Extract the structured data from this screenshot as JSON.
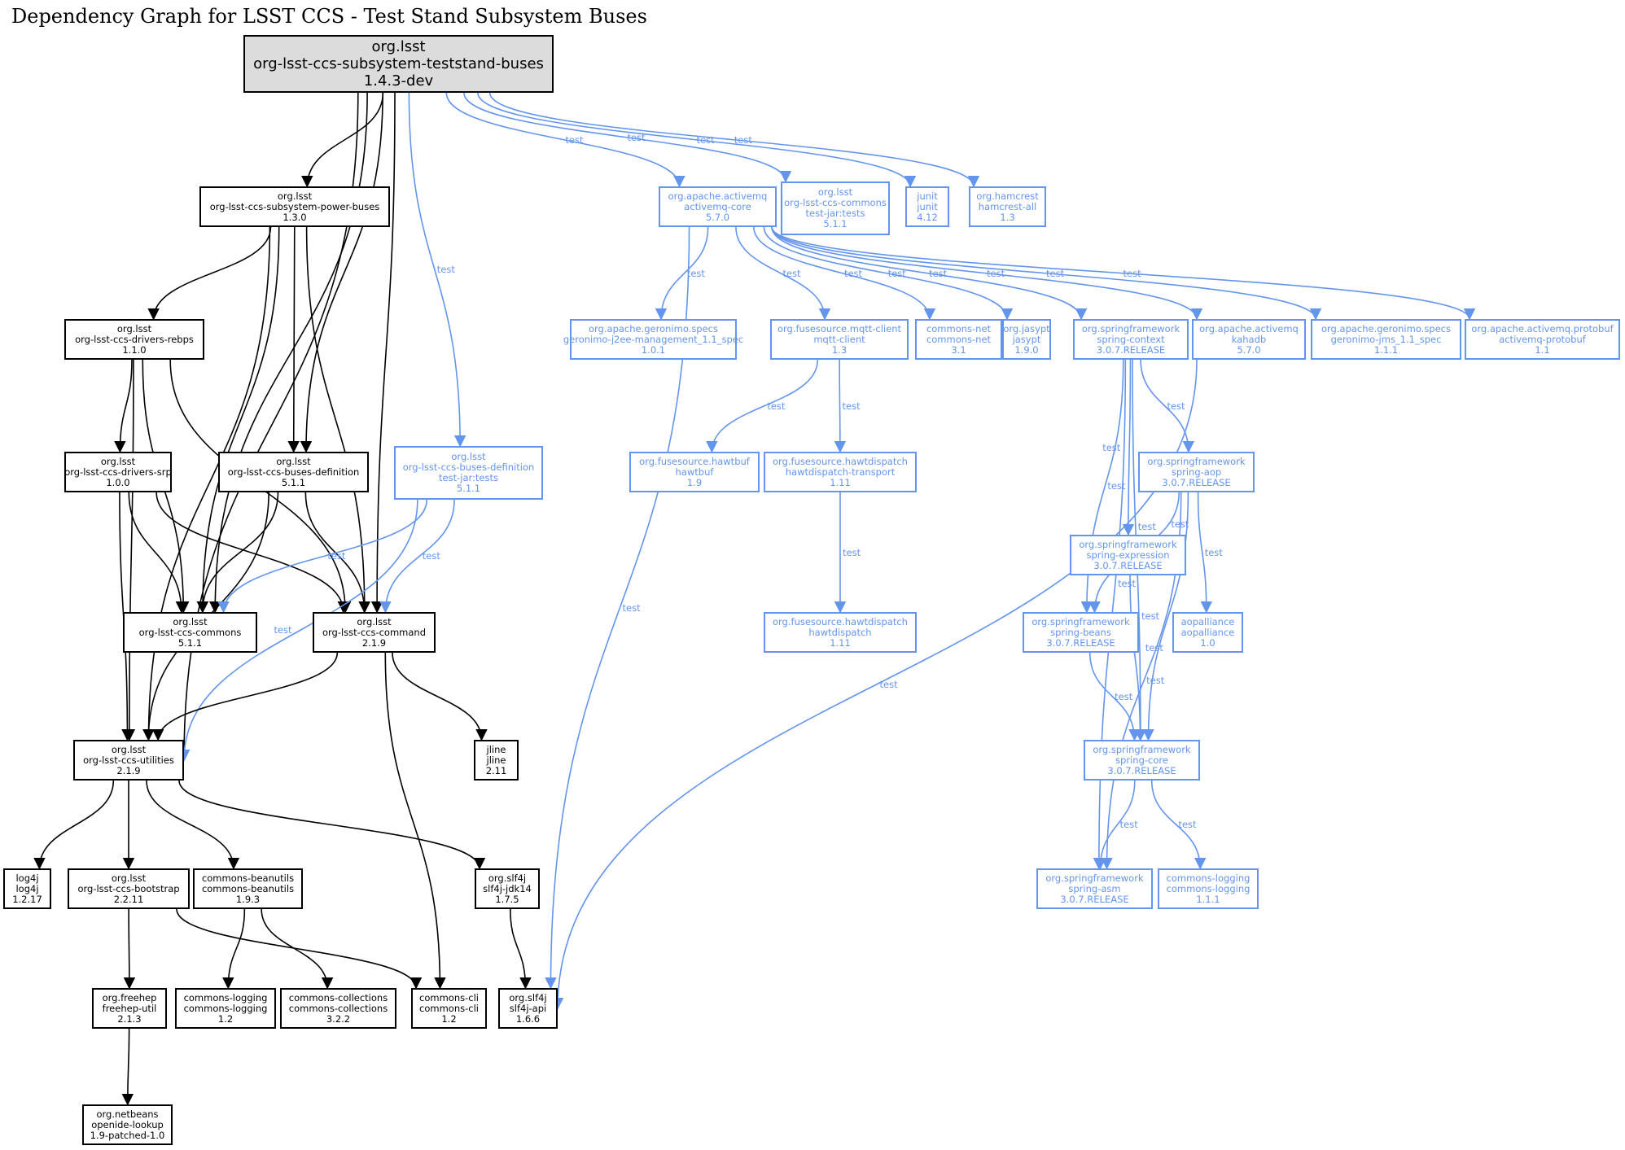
{
  "title": "Dependency Graph for LSST CCS - Test Stand Subsystem Buses",
  "colors": {
    "compile": "#000000",
    "test": "#6495ed",
    "root_fill": "#dcdcdc"
  },
  "nodes": {
    "root": {
      "group": "org.lsst",
      "artifact": "org-lsst-ccs-subsystem-teststand-buses",
      "version": "1.4.3-dev",
      "scope": "root"
    },
    "power": {
      "group": "org.lsst",
      "artifact": "org-lsst-ccs-subsystem-power-buses",
      "version": "1.3.0",
      "scope": "compile"
    },
    "rebps": {
      "group": "org.lsst",
      "artifact": "org-lsst-ccs-drivers-rebps",
      "version": "1.1.0",
      "scope": "compile"
    },
    "srp": {
      "group": "org.lsst",
      "artifact": "org-lsst-ccs-drivers-srp",
      "version": "1.0.0",
      "scope": "compile"
    },
    "busdef": {
      "group": "org.lsst",
      "artifact": "org-lsst-ccs-buses-definition",
      "version": "5.1.1",
      "scope": "compile"
    },
    "busdeftest": {
      "group": "org.lsst",
      "artifact": "org-lsst-ccs-buses-definition",
      "classifier": "test-jar:tests",
      "version": "5.1.1",
      "scope": "test"
    },
    "commons": {
      "group": "org.lsst",
      "artifact": "org-lsst-ccs-commons",
      "version": "5.1.1",
      "scope": "compile"
    },
    "command": {
      "group": "org.lsst",
      "artifact": "org-lsst-ccs-command",
      "version": "2.1.9",
      "scope": "compile"
    },
    "utilities": {
      "group": "org.lsst",
      "artifact": "org-lsst-ccs-utilities",
      "version": "2.1.9",
      "scope": "compile"
    },
    "jline": {
      "group": "jline",
      "artifact": "jline",
      "version": "2.11",
      "scope": "compile"
    },
    "log4j": {
      "group": "log4j",
      "artifact": "log4j",
      "version": "1.2.17",
      "scope": "compile"
    },
    "bootstrap": {
      "group": "org.lsst",
      "artifact": "org-lsst-ccs-bootstrap",
      "version": "2.2.11",
      "scope": "compile"
    },
    "beanutils": {
      "group": "commons-beanutils",
      "artifact": "commons-beanutils",
      "version": "1.9.3",
      "scope": "compile"
    },
    "jdk14": {
      "group": "org.slf4j",
      "artifact": "slf4j-jdk14",
      "version": "1.7.5",
      "scope": "compile"
    },
    "freehep": {
      "group": "org.freehep",
      "artifact": "freehep-util",
      "version": "2.1.3",
      "scope": "compile"
    },
    "clog12": {
      "group": "commons-logging",
      "artifact": "commons-logging",
      "version": "1.2",
      "scope": "compile"
    },
    "ccoll": {
      "group": "commons-collections",
      "artifact": "commons-collections",
      "version": "3.2.2",
      "scope": "compile"
    },
    "ccli": {
      "group": "commons-cli",
      "artifact": "commons-cli",
      "version": "1.2",
      "scope": "compile"
    },
    "slf4japi": {
      "group": "org.slf4j",
      "artifact": "slf4j-api",
      "version": "1.6.6",
      "scope": "compile"
    },
    "openide": {
      "group": "org.netbeans",
      "artifact": "openide-lookup",
      "version": "1.9-patched-1.0",
      "scope": "compile"
    },
    "amqcore": {
      "group": "org.apache.activemq",
      "artifact": "activemq-core",
      "version": "5.7.0",
      "scope": "test"
    },
    "commonstest": {
      "group": "org.lsst",
      "artifact": "org-lsst-ccs-commons",
      "classifier": "test-jar:tests",
      "version": "5.1.1",
      "scope": "test"
    },
    "junit": {
      "group": "junit",
      "artifact": "junit",
      "version": "4.12",
      "scope": "test"
    },
    "hamcrest": {
      "group": "org.hamcrest",
      "artifact": "hamcrest-all",
      "version": "1.3",
      "scope": "test"
    },
    "j2ee": {
      "group": "org.apache.geronimo.specs",
      "artifact": "geronimo-j2ee-management_1.1_spec",
      "version": "1.0.1",
      "scope": "test"
    },
    "mqtt": {
      "group": "org.fusesource.mqtt-client",
      "artifact": "mqtt-client",
      "version": "1.3",
      "scope": "test"
    },
    "cnet": {
      "group": "commons-net",
      "artifact": "commons-net",
      "version": "3.1",
      "scope": "test"
    },
    "jasypt": {
      "group": "org.jasypt",
      "artifact": "jasypt",
      "version": "1.9.0",
      "scope": "test"
    },
    "spctx": {
      "group": "org.springframework",
      "artifact": "spring-context",
      "version": "3.0.7.RELEASE",
      "scope": "test"
    },
    "kahadb": {
      "group": "org.apache.activemq",
      "artifact": "kahadb",
      "version": "5.7.0",
      "scope": "test"
    },
    "jms": {
      "group": "org.apache.geronimo.specs",
      "artifact": "geronimo-jms_1.1_spec",
      "version": "1.1.1",
      "scope": "test"
    },
    "protobuf": {
      "group": "org.apache.activemq.protobuf",
      "artifact": "activemq-protobuf",
      "version": "1.1",
      "scope": "test"
    },
    "hawtbuf": {
      "group": "org.fusesource.hawtbuf",
      "artifact": "hawtbuf",
      "version": "1.9",
      "scope": "test"
    },
    "hdtrans": {
      "group": "org.fusesource.hawtdispatch",
      "artifact": "hawtdispatch-transport",
      "version": "1.11",
      "scope": "test"
    },
    "hd": {
      "group": "org.fusesource.hawtdispatch",
      "artifact": "hawtdispatch",
      "version": "1.11",
      "scope": "test"
    },
    "spaop": {
      "group": "org.springframework",
      "artifact": "spring-aop",
      "version": "3.0.7.RELEASE",
      "scope": "test"
    },
    "spexpr": {
      "group": "org.springframework",
      "artifact": "spring-expression",
      "version": "3.0.7.RELEASE",
      "scope": "test"
    },
    "spbeans": {
      "group": "org.springframework",
      "artifact": "spring-beans",
      "version": "3.0.7.RELEASE",
      "scope": "test"
    },
    "aop": {
      "group": "aopalliance",
      "artifact": "aopalliance",
      "version": "1.0",
      "scope": "test"
    },
    "spcore": {
      "group": "org.springframework",
      "artifact": "spring-core",
      "version": "3.0.7.RELEASE",
      "scope": "test"
    },
    "spasm": {
      "group": "org.springframework",
      "artifact": "spring-asm",
      "version": "3.0.7.RELEASE",
      "scope": "test"
    },
    "clog111": {
      "group": "commons-logging",
      "artifact": "commons-logging",
      "version": "1.1.1",
      "scope": "test"
    }
  },
  "edges": [
    {
      "from": "root",
      "to": "power"
    },
    {
      "from": "root",
      "to": "utilities"
    },
    {
      "from": "root",
      "to": "commons"
    },
    {
      "from": "root",
      "to": "busdef"
    },
    {
      "from": "root",
      "to": "command"
    },
    {
      "from": "root",
      "to": "busdeftest",
      "label": "test"
    },
    {
      "from": "root",
      "to": "amqcore",
      "label": "test"
    },
    {
      "from": "root",
      "to": "commonstest",
      "label": "test"
    },
    {
      "from": "root",
      "to": "junit",
      "label": "test"
    },
    {
      "from": "root",
      "to": "hamcrest",
      "label": "test"
    },
    {
      "from": "power",
      "to": "rebps"
    },
    {
      "from": "power",
      "to": "busdef"
    },
    {
      "from": "power",
      "to": "commons"
    },
    {
      "from": "power",
      "to": "command"
    },
    {
      "from": "power",
      "to": "utilities"
    },
    {
      "from": "rebps",
      "to": "srp"
    },
    {
      "from": "rebps",
      "to": "commons"
    },
    {
      "from": "rebps",
      "to": "command"
    },
    {
      "from": "rebps",
      "to": "utilities"
    },
    {
      "from": "srp",
      "to": "commons"
    },
    {
      "from": "srp",
      "to": "command"
    },
    {
      "from": "srp",
      "to": "utilities"
    },
    {
      "from": "busdef",
      "to": "commons"
    },
    {
      "from": "busdef",
      "to": "command"
    },
    {
      "from": "busdef",
      "to": "utilities"
    },
    {
      "from": "busdeftest",
      "to": "commons",
      "label": "test"
    },
    {
      "from": "busdeftest",
      "to": "command",
      "label": "test"
    },
    {
      "from": "busdeftest",
      "to": "utilities",
      "label": "test"
    },
    {
      "from": "command",
      "to": "utilities"
    },
    {
      "from": "command",
      "to": "jline"
    },
    {
      "from": "command",
      "to": "ccli"
    },
    {
      "from": "utilities",
      "to": "log4j"
    },
    {
      "from": "utilities",
      "to": "bootstrap"
    },
    {
      "from": "utilities",
      "to": "beanutils"
    },
    {
      "from": "utilities",
      "to": "jdk14"
    },
    {
      "from": "bootstrap",
      "to": "freehep"
    },
    {
      "from": "bootstrap",
      "to": "ccli"
    },
    {
      "from": "beanutils",
      "to": "clog12"
    },
    {
      "from": "beanutils",
      "to": "ccoll"
    },
    {
      "from": "jdk14",
      "to": "slf4japi"
    },
    {
      "from": "freehep",
      "to": "openide"
    },
    {
      "from": "amqcore",
      "to": "slf4japi",
      "label": "test"
    },
    {
      "from": "amqcore",
      "to": "j2ee",
      "label": "test"
    },
    {
      "from": "amqcore",
      "to": "mqtt",
      "label": "test"
    },
    {
      "from": "amqcore",
      "to": "cnet",
      "label": "test"
    },
    {
      "from": "amqcore",
      "to": "jasypt",
      "label": "test"
    },
    {
      "from": "amqcore",
      "to": "spctx",
      "label": "test"
    },
    {
      "from": "amqcore",
      "to": "kahadb",
      "label": "test"
    },
    {
      "from": "amqcore",
      "to": "jms",
      "label": "test"
    },
    {
      "from": "amqcore",
      "to": "protobuf",
      "label": "test"
    },
    {
      "from": "mqtt",
      "to": "hawtbuf",
      "label": "test"
    },
    {
      "from": "mqtt",
      "to": "hdtrans",
      "label": "test"
    },
    {
      "from": "hdtrans",
      "to": "hd",
      "label": "test"
    },
    {
      "from": "spctx",
      "to": "spaop",
      "label": "test"
    },
    {
      "from": "spctx",
      "to": "spexpr",
      "label": "test"
    },
    {
      "from": "spctx",
      "to": "spbeans",
      "label": "test"
    },
    {
      "from": "spctx",
      "to": "spcore",
      "label": "test"
    },
    {
      "from": "spctx",
      "to": "spasm",
      "label": "test"
    },
    {
      "from": "spaop",
      "to": "spbeans",
      "label": "test"
    },
    {
      "from": "spaop",
      "to": "aop",
      "label": "test"
    },
    {
      "from": "spaop",
      "to": "spcore",
      "label": "test"
    },
    {
      "from": "spaop",
      "to": "spasm",
      "label": "test"
    },
    {
      "from": "spexpr",
      "to": "spcore",
      "label": "test"
    },
    {
      "from": "spbeans",
      "to": "spcore",
      "label": "test"
    },
    {
      "from": "spcore",
      "to": "spasm",
      "label": "test"
    },
    {
      "from": "spcore",
      "to": "clog111",
      "label": "test"
    },
    {
      "from": "kahadb",
      "to": "slf4japi",
      "label": "test"
    }
  ]
}
